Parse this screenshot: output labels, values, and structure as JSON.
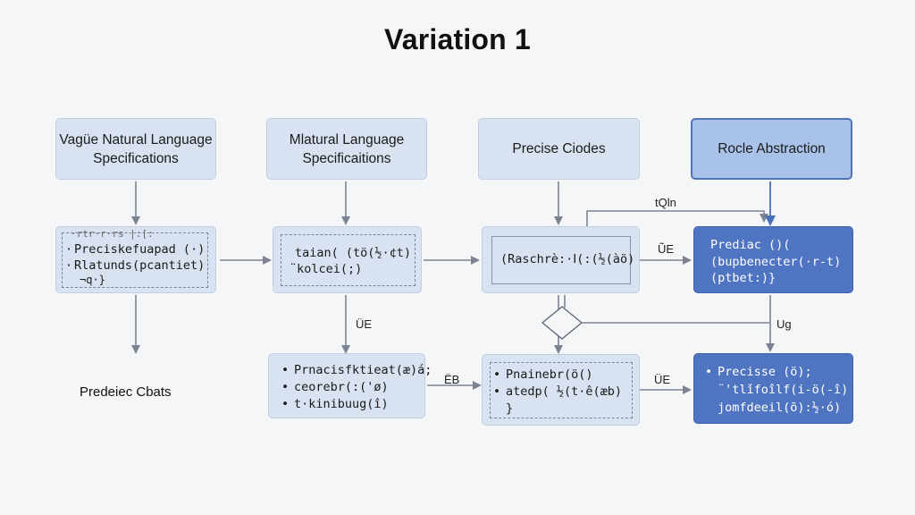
{
  "title": "Variation 1",
  "headers": {
    "h1": [
      "Vagüe Natural Language",
      "Specifications"
    ],
    "h2": [
      "Mlatural Language",
      "Specificaitions"
    ],
    "h3": "Precise Ciodes",
    "h4": "Rocle Abstraction"
  },
  "row2": {
    "b1": {
      "top": "·rtr·r·rs |:[:",
      "lines": [
        "Preciskefuapad (·)",
        "Rlatunds(pcantiet)"
      ],
      "tail": "¬q·}"
    },
    "b2": {
      "lines": [
        "taian( (tö(½·¢t)",
        "¨kolcei(;)"
      ]
    },
    "b3": {
      "lines": [
        "(Raschrè:·Ⅰ(:(½(àö)"
      ]
    },
    "b4": {
      "lines": [
        "Prediac ()(",
        "(bupbenecter(·r-t)",
        "(ptbet:)}"
      ]
    }
  },
  "row3": {
    "b1": {
      "lines": [
        "Prnacisfktieat(æ)á;",
        "ceorebr(:('ø)",
        "t·kinibuug(î)"
      ]
    },
    "b2": {
      "lines": [
        "Pnainebr(ö()",
        "atedp( ½(t·ê(æb)",
        "}"
      ]
    },
    "b3": {
      "lines": [
        "Precisse (ö);",
        "¨'tlǐfoîlf(i-ö(-î)",
        "jomfdeeil(õ):½·ó)"
      ]
    }
  },
  "labels": {
    "l1": "tQln",
    "l2": "ÜE",
    "l3": "Ug",
    "l4": "ŨE",
    "l5": "ËB",
    "l6": "ÜE"
  },
  "outcome": "Predeiec Cbats"
}
